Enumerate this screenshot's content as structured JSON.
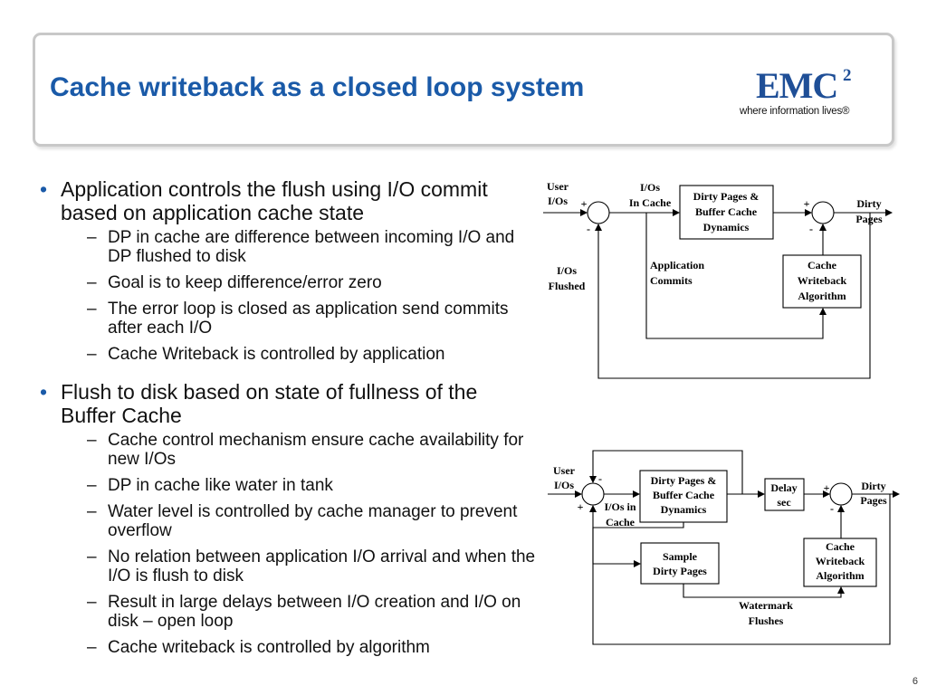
{
  "slide": {
    "title": "Cache writeback as a closed loop system",
    "page_number": "6",
    "logo": {
      "word": "EMC",
      "superscript": "2",
      "tagline": "where information lives®"
    }
  },
  "bullets": [
    {
      "text": "Application controls the flush using I/O commit based on application cache state",
      "subs": [
        "DP in cache are difference between incoming I/O and DP flushed to disk",
        "Goal is to keep difference/error zero",
        "The error loop is closed as application send commits after each I/O",
        "Cache Writeback is controlled by application"
      ]
    },
    {
      "text": "Flush to disk based on state of fullness of the Buffer Cache",
      "subs": [
        "Cache control mechanism ensure cache availability for new I/Os",
        "DP in cache like water in tank",
        "Water level is controlled by cache manager to prevent overflow",
        "No relation between application I/O arrival and when the I/O is flush to disk",
        "Result in large delays between I/O creation and I/O on disk – open loop",
        "Cache writeback is controlled by algorithm"
      ]
    }
  ],
  "diagram1": {
    "user_ios": [
      "User",
      "I/Os"
    ],
    "ios_in_cache": [
      "I/Os",
      "In Cache"
    ],
    "dirty_pages_box": [
      "Dirty Pages &",
      "Buffer Cache",
      "Dynamics"
    ],
    "dirty_pages": [
      "Dirty",
      "Pages"
    ],
    "ios_flushed": [
      "I/Os",
      "Flushed"
    ],
    "application_commits": [
      "Application",
      "Commits"
    ],
    "cache_writeback_box": [
      "Cache",
      "Writeback",
      "Algorithm"
    ],
    "plus": "+",
    "minus": "-"
  },
  "diagram2": {
    "user_ios": [
      "User",
      "I/Os"
    ],
    "ios_in_cache": [
      "I/Os in",
      "Cache"
    ],
    "dirty_pages_box": [
      "Dirty Pages &",
      "Buffer Cache",
      "Dynamics"
    ],
    "delay_box": [
      "Delay",
      "sec"
    ],
    "dirty_pages": [
      "Dirty",
      "Pages"
    ],
    "sample_box": [
      "Sample",
      "Dirty Pages"
    ],
    "cache_writeback_box": [
      "Cache",
      "Writeback",
      "Algorithm"
    ],
    "watermark_flushes": [
      "Watermark",
      "Flushes"
    ],
    "plus": "+",
    "minus": "-"
  }
}
